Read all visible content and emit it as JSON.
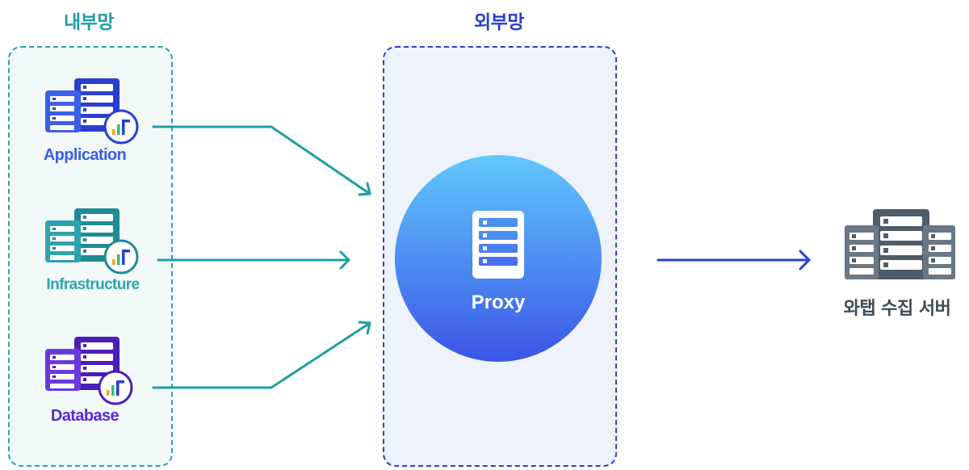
{
  "zones": {
    "internal": {
      "title": "내부망"
    },
    "external": {
      "title": "외부망"
    }
  },
  "sources": [
    {
      "label": "Application",
      "icon": "server-monitor-icon"
    },
    {
      "label": "Infrastructure",
      "icon": "server-monitor-icon"
    },
    {
      "label": "Database",
      "icon": "server-monitor-icon"
    }
  ],
  "proxy": {
    "label": "Proxy",
    "icon": "server-icon"
  },
  "collector": {
    "label": "와탭 수집 서버",
    "icon": "server-rack-icon"
  },
  "colors": {
    "internal": "#2aa1a8",
    "external": "#2a3fd0",
    "application": "#3a5fe8",
    "infrastructure": "#2ea3ad",
    "database": "#5a28d8",
    "proxy_top": "#62c8fc",
    "proxy_bottom": "#3a55e6",
    "collector": "#4f5d69"
  }
}
